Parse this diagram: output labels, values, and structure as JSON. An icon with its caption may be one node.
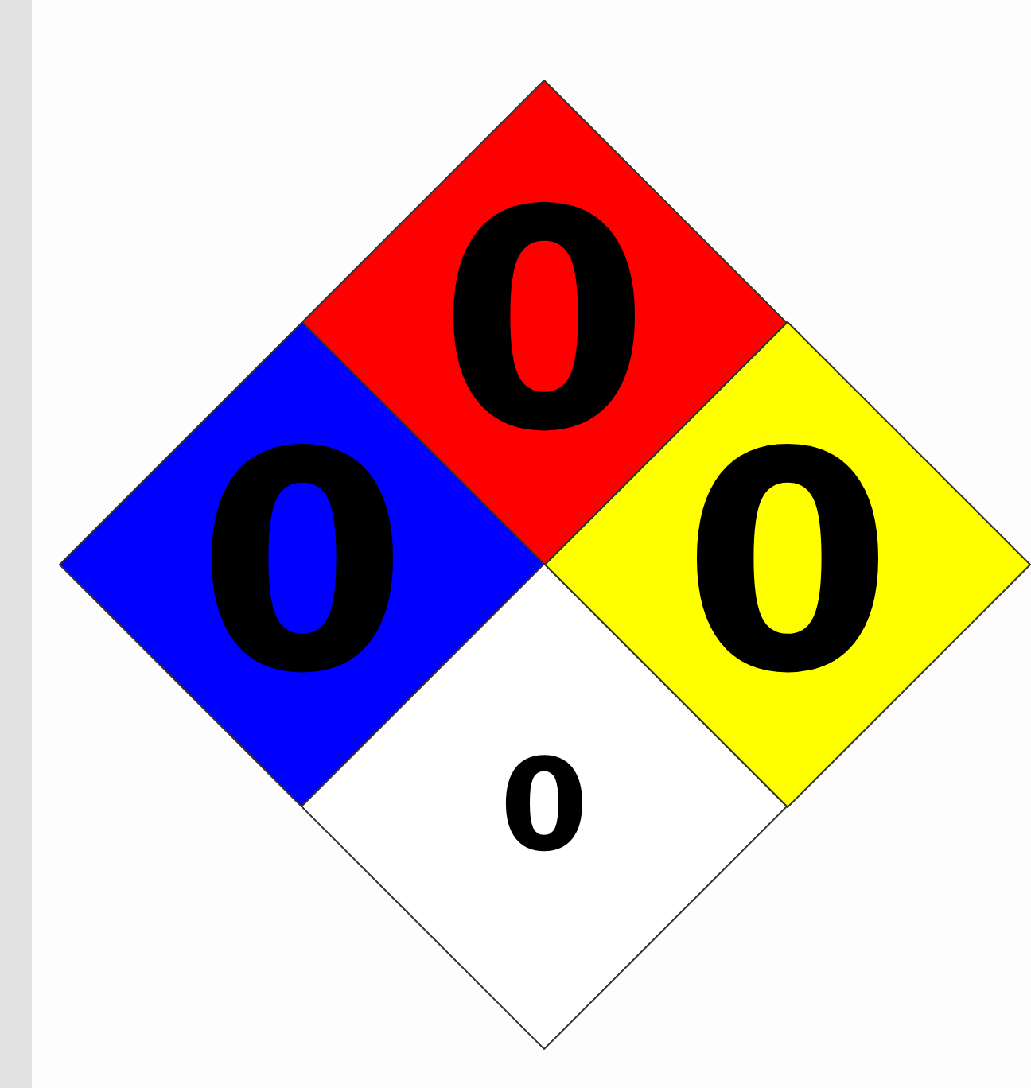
{
  "diagram": {
    "nodes": [
      {
        "text": [
          "0"
        ]
      },
      {
        "text": [
          "0"
        ]
      },
      {
        "text": [
          "0"
        ]
      },
      {
        "text": [
          "0"
        ]
      }
    ]
  }
}
